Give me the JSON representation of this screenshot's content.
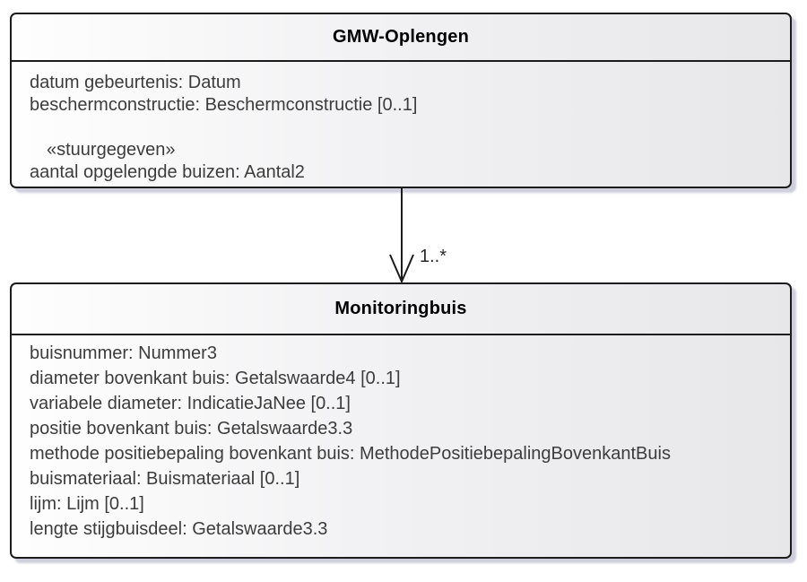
{
  "classes": [
    {
      "name": "GMW-Oplengen",
      "attributes": [
        "datum gebeurtenis: Datum",
        "beschermconstructie: Beschermconstructie [0..1]"
      ],
      "stereotype": "«stuurgegeven»",
      "stereotyped_attributes": [
        "aantal opgelengde buizen: Aantal2"
      ]
    },
    {
      "name": "Monitoringbuis",
      "attributes": [
        "buisnummer: Nummer3",
        "diameter bovenkant buis: Getalswaarde4 [0..1]",
        "variabele diameter: IndicatieJaNee [0..1]",
        "positie bovenkant buis: Getalswaarde3.3",
        "methode positiebepaling bovenkant buis: MethodePositiebepalingBovenkantBuis",
        "buismateriaal: Buismateriaal [0..1]",
        "lijm: Lijm [0..1]",
        "lengte stijgbuisdeel: Getalswaarde3.3"
      ]
    }
  ],
  "connector": {
    "multiplicity": "1..*"
  },
  "colors": {
    "box_border": "#1c1c1c",
    "box_fill_left": "#fefefe",
    "box_fill_right": "#e7e7ea",
    "shadow": "#c6c6d6",
    "attribute_text": "#3c3c3c",
    "title_text": "#000000"
  }
}
